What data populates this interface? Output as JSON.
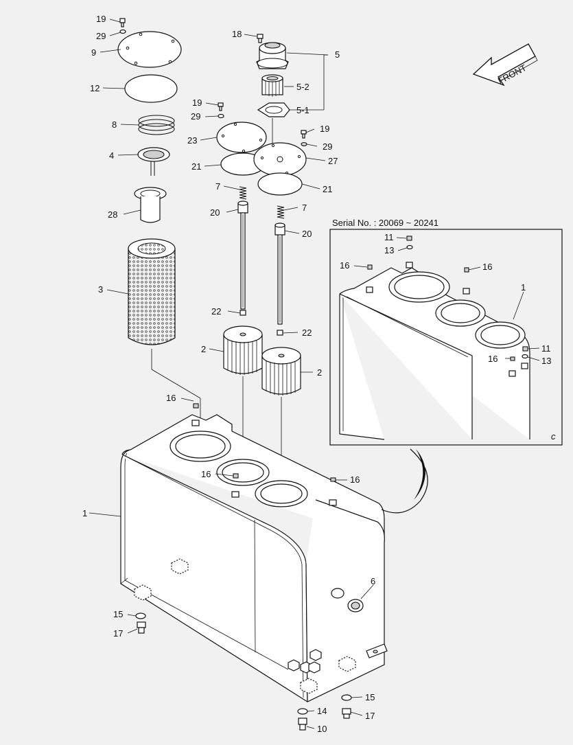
{
  "diagram": {
    "front_label": "FRONT",
    "inset_title": "Serial No. : 20069 ~ 20241",
    "callouts": {
      "c19a": "19",
      "c29a": "29",
      "c9": "9",
      "c12": "12",
      "c8": "8",
      "c4": "4",
      "c28": "28",
      "c3": "3",
      "c18": "18",
      "c5": "5",
      "c52": "5-2",
      "c51": "5-1",
      "c19b": "19",
      "c29b": "29",
      "c23": "23",
      "c21a": "21",
      "c7a": "7",
      "c20a": "20",
      "c19c": "19",
      "c29c": "29",
      "c27": "27",
      "c21b": "21",
      "c7b": "7",
      "c20b": "20",
      "c22a": "22",
      "c22b": "22",
      "c2a": "2",
      "c2b": "2",
      "c16a": "16",
      "c16b": "16",
      "c16c": "16",
      "c1": "1",
      "c6": "6",
      "c15a": "15",
      "c17a": "17",
      "c15b": "15",
      "c17b": "17",
      "c14": "14",
      "c10": "10",
      "i11a": "11",
      "i13a": "13",
      "i16a": "16",
      "i16b": "16",
      "i1": "1",
      "i11b": "11",
      "i16c": "16",
      "i13b": "13"
    }
  }
}
